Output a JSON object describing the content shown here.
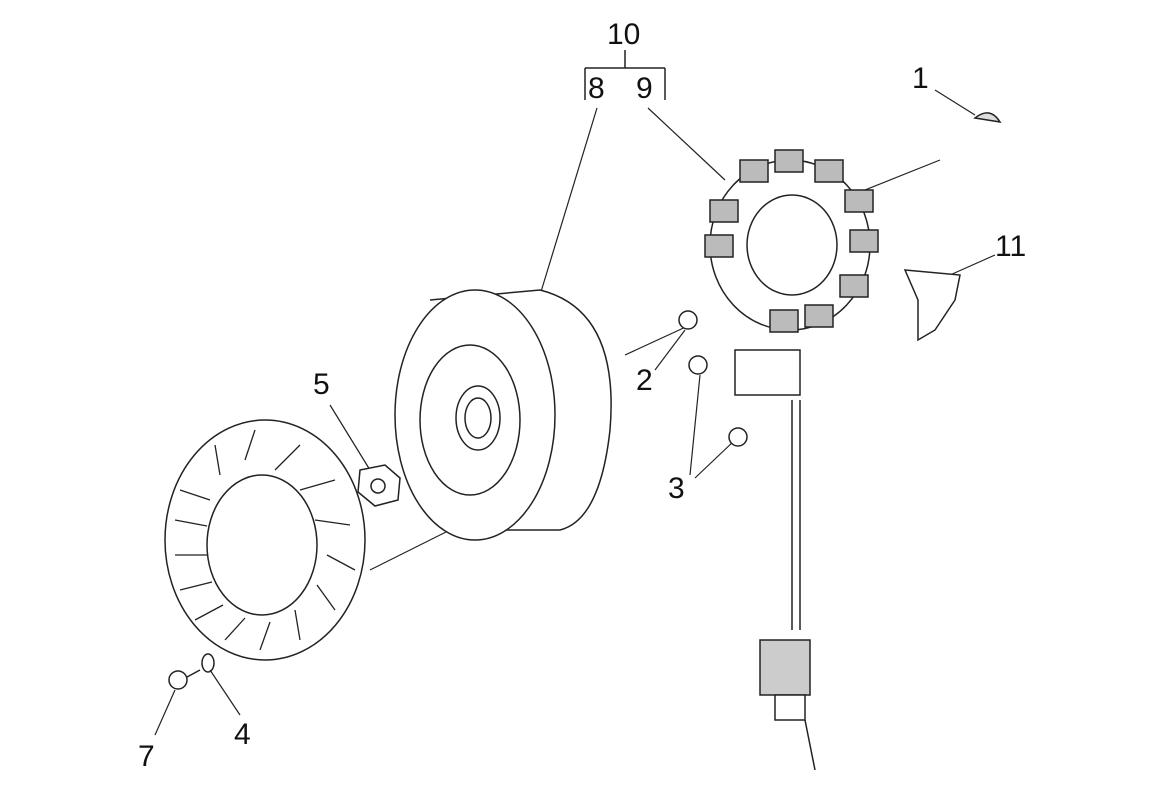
{
  "diagram": {
    "callouts": {
      "c10": "10",
      "c8": "8",
      "c9": "9",
      "c1": "1",
      "c11": "11",
      "c2": "2",
      "c3": "3",
      "c5": "5",
      "c4": "4",
      "c7": "7"
    },
    "line_color": "#222222"
  }
}
